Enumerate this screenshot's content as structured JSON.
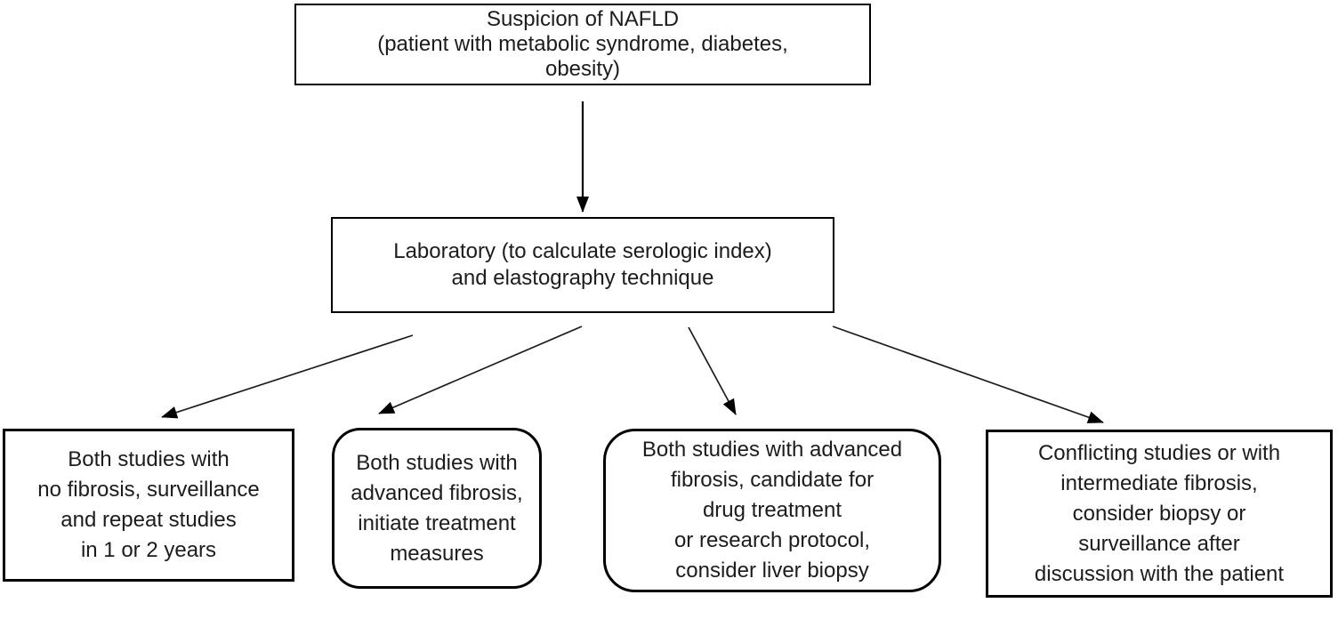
{
  "diagram": {
    "type": "flowchart",
    "colors": {
      "background": "#ffffff",
      "border": "#000000",
      "text": "#1c1c1c"
    },
    "nodes": {
      "suspicion": {
        "shape": "rectangle",
        "lines": [
          "Suspicion of NAFLD",
          "(patient with metabolic syndrome, diabetes,",
          "obesity)"
        ]
      },
      "laboratory": {
        "shape": "rectangle",
        "lines": [
          "Laboratory (to calculate serologic index)",
          "and elastography technique"
        ]
      },
      "no_fibrosis": {
        "shape": "rectangle",
        "lines": [
          "Both studies with",
          "no fibrosis, surveillance",
          "and repeat studies",
          "in 1 or 2 years"
        ]
      },
      "advanced_fibrosis_treatment": {
        "shape": "rounded-rectangle",
        "lines": [
          "Both studies with",
          "advanced fibrosis,",
          "initiate treatment",
          "measures"
        ]
      },
      "advanced_fibrosis_biopsy": {
        "shape": "rounded-rectangle",
        "lines": [
          "Both studies with advanced",
          "fibrosis, candidate for",
          "drug treatment",
          "or research protocol,",
          "consider liver biopsy"
        ]
      },
      "conflicting": {
        "shape": "rectangle",
        "lines": [
          "Conflicting studies or with",
          "intermediate fibrosis,",
          "consider biopsy or",
          "surveillance after",
          "discussion with the patient"
        ]
      }
    },
    "edges": [
      {
        "from": "suspicion",
        "to": "laboratory"
      },
      {
        "from": "laboratory",
        "to": "no_fibrosis"
      },
      {
        "from": "laboratory",
        "to": "advanced_fibrosis_treatment"
      },
      {
        "from": "laboratory",
        "to": "advanced_fibrosis_biopsy"
      },
      {
        "from": "laboratory",
        "to": "conflicting"
      }
    ]
  }
}
